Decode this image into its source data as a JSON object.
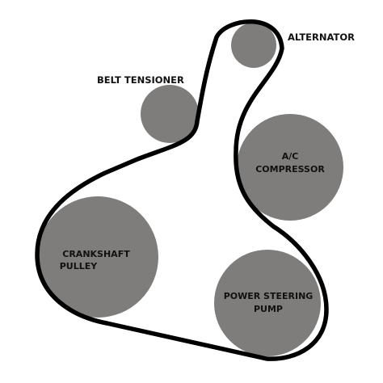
{
  "diagram": {
    "belt_color": "#000000",
    "pulley_color": "#7f7d7b",
    "background_color": "#ffffff",
    "pulleys": {
      "alternator": {
        "label": "ALTERNATOR"
      },
      "belt_tensioner": {
        "label": "BELT TENSIONER"
      },
      "ac_compressor": {
        "label_line1": "A/C",
        "label_line2": "COMPRESSOR"
      },
      "crankshaft_pulley": {
        "label_line1": "CRANKSHAFT",
        "label_line2": "PULLEY"
      },
      "power_steering_pump": {
        "label_line1": "POWER STEERING",
        "label_line2": "PUMP"
      }
    }
  }
}
